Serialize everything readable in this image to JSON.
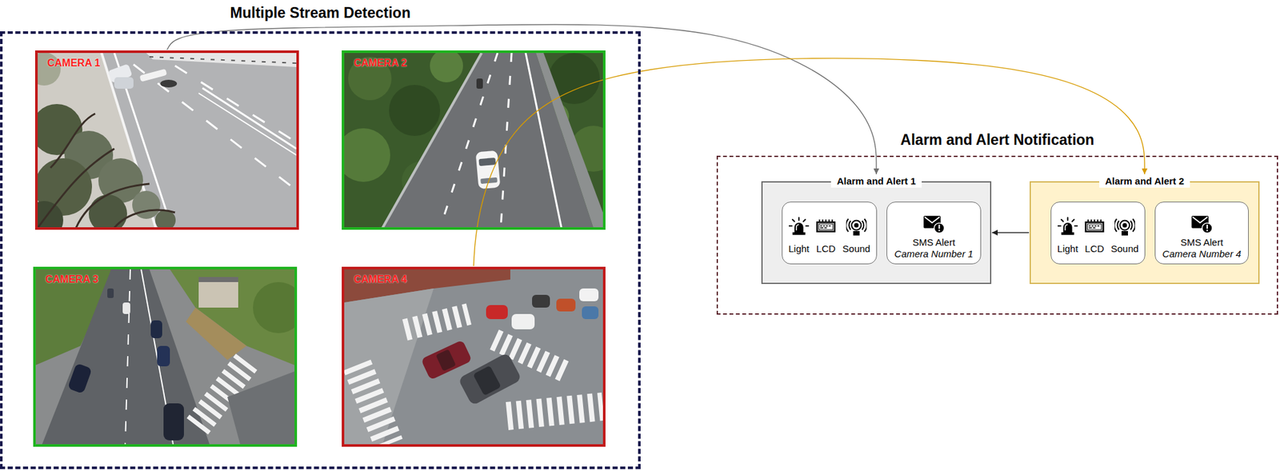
{
  "diagram": {
    "nodes": [
      {
        "text": [
          "Multiple Stream Detection"
        ]
      },
      {
        "text": [
          "CAMERA 1"
        ],
        "in": 0
      },
      {
        "text": [
          "CAMERA 2"
        ],
        "in": 0
      },
      {
        "text": [
          "CAMERA 3"
        ],
        "in": 0
      },
      {
        "text": [
          "CAMERA 4"
        ],
        "in": 0
      },
      {
        "text": [
          "Alarm and Alert Notification"
        ]
      },
      {
        "text": [
          "Alarm and Alert 1"
        ],
        "in": 5
      },
      {
        "text": [
          "Light",
          "LCD",
          "Sound"
        ],
        "in": 6
      },
      {
        "text": [
          "SMS Alert",
          "Camera Number 1"
        ],
        "in": 6
      },
      {
        "text": [
          "Alarm and Alert 2"
        ],
        "in": 5
      },
      {
        "text": [
          "Light",
          "LCD",
          "Sound"
        ],
        "in": 9
      },
      {
        "text": [
          "SMS Alert",
          "Camera Number 4"
        ],
        "in": 9
      }
    ],
    "edges": [
      {
        "from": 1,
        "to": 6,
        "arrow": "to"
      },
      {
        "from": 4,
        "to": 9,
        "arrow": "to"
      },
      {
        "from": 9,
        "to": 6,
        "arrow": "to"
      }
    ]
  }
}
